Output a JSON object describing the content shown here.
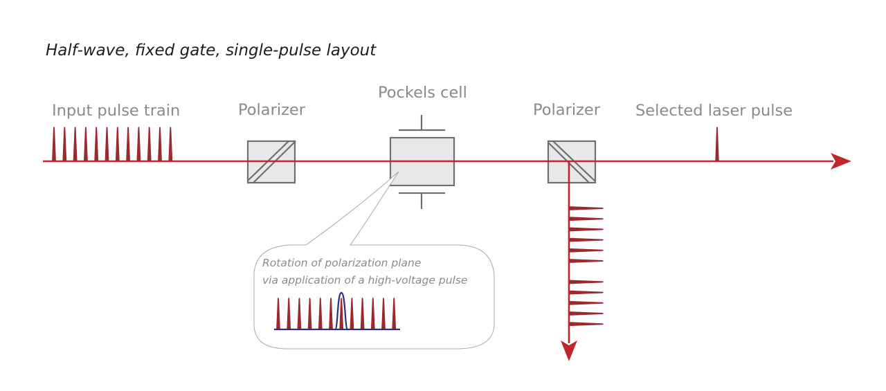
{
  "title": "Half-wave, fixed gate, single-pulse layout",
  "labels": {
    "input_pulse_train": "Input pulse train",
    "polarizer_1": "Polarizer",
    "pockels_cell": "Pockels cell",
    "polarizer_2": "Polarizer",
    "selected_pulse": "Selected laser pulse"
  },
  "callout": {
    "line1": "Rotation of polarization plane",
    "line2": "via application of a high-voltage pulse"
  },
  "pulse_counts": {
    "input_train": 12,
    "selected_output": 1,
    "rejected_train_before_gap": 6,
    "rejected_train_after_gap": 5,
    "callout_train": 12,
    "callout_gated_index": 6
  },
  "colors": {
    "beam": "#c0272d",
    "pulse": "#9b2a2f",
    "high_voltage_pulse": "#2b2d82",
    "component_fill": "#e8e8e8",
    "component_stroke": "#6e6e6e",
    "label_text": "#8a8a8a"
  }
}
